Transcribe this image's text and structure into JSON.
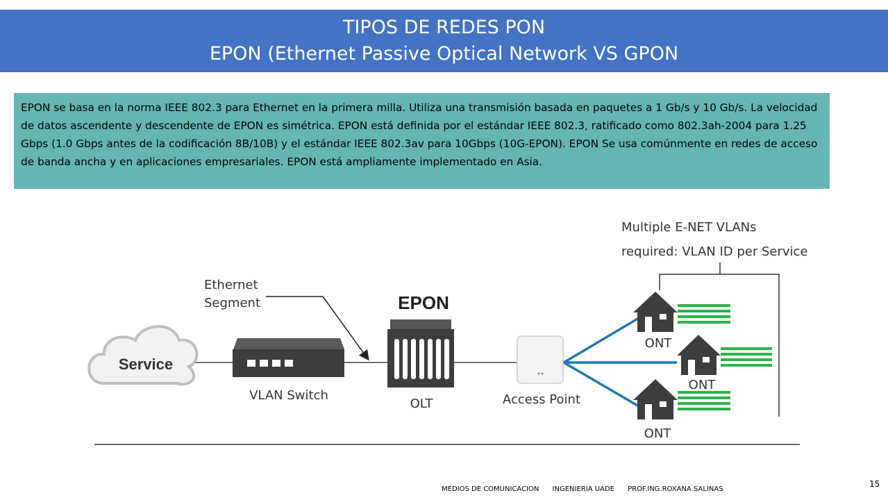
{
  "title": {
    "line1": "TIPOS DE REDES PON",
    "line2": "EPON (Ethernet Passive Optical Network VS GPON"
  },
  "description": "EPON se basa en la norma IEEE 802.3 para Ethernet en la primera milla. Utiliza una transmisión basada en paquetes a 1 Gb/s y 10 Gb/s. La velocidad de datos ascendente y descendente de EPON es simétrica. EPON está definida por el estándar IEEE 802.3, ratificado como 802.3ah-2004 para 1.25 Gbps (1.0 Gbps antes de la codificación 8B/10B) y el estándar IEEE 802.3av para 10Gbps (10G-EPON). EPON Se usa comúnmente en redes de acceso de banda ancha y en aplicaciones empresariales. EPON está ampliamente implementado en Asia.",
  "diagram": {
    "service_label": "Service",
    "ethernet_segment_line1": "Ethernet",
    "ethernet_segment_line2": "Segment",
    "epon_label": "EPON",
    "vlan_switch_label": "VLAN Switch",
    "olt_label": "OLT",
    "access_point_label": "Access Point",
    "ont_labels": [
      "ONT",
      "ONT",
      "ONT"
    ],
    "vlan_note_line1": "Multiple E-NET VLANs",
    "vlan_note_line2": "required: VLAN ID per Service",
    "colors": {
      "fiber": "#1f77b4",
      "service_lines": "#2db34a",
      "device": "#3d3d3d"
    }
  },
  "footer": {
    "course": "MEDIOS DE COMUNICACION",
    "school": "INGENIERIA  UADE",
    "professor": "PROF.ING.ROXANA SALINAS"
  },
  "page_number": "15"
}
